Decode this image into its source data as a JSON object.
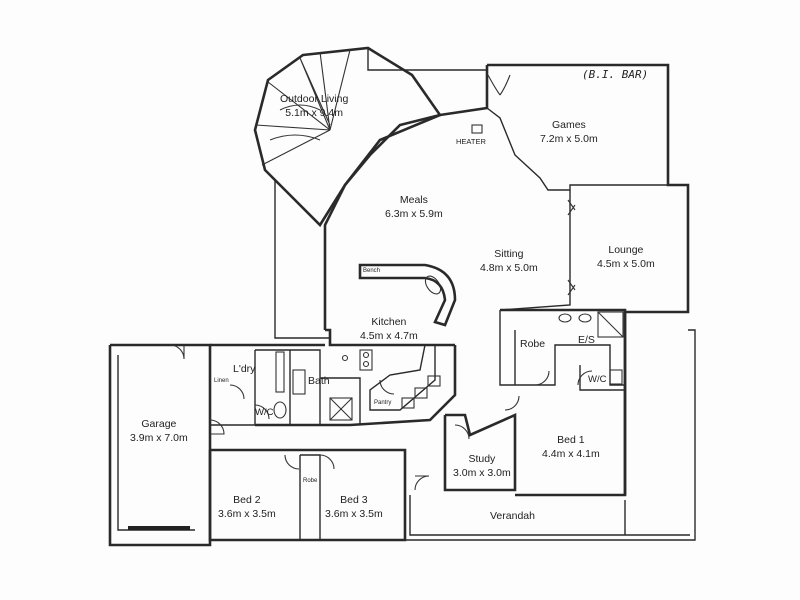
{
  "rooms": {
    "outdoor_living": {
      "name": "Outdoor Living",
      "size": "5.1m x 9.4m"
    },
    "games": {
      "name": "Games",
      "size": "7.2m x 5.0m",
      "note": "(B.I. BAR)"
    },
    "meals": {
      "name": "Meals",
      "size": "6.3m x 5.9m"
    },
    "sitting": {
      "name": "Sitting",
      "size": "4.8m x 5.0m"
    },
    "lounge": {
      "name": "Lounge",
      "size": "4.5m x 5.0m"
    },
    "kitchen": {
      "name": "Kitchen",
      "size": "4.5m x 4.7m"
    },
    "laundry": {
      "name": "L'dry"
    },
    "bath": {
      "name": "Bath"
    },
    "wc1": {
      "name": "W/C"
    },
    "garage": {
      "name": "Garage",
      "size": "3.9m x 7.0m"
    },
    "robe_main": {
      "name": "Robe"
    },
    "ensuite": {
      "name": "E/S"
    },
    "wc2": {
      "name": "W/C"
    },
    "bed1": {
      "name": "Bed 1",
      "size": "4.4m x 4.1m"
    },
    "study": {
      "name": "Study",
      "size": "3.0m x 3.0m"
    },
    "bed2": {
      "name": "Bed 2",
      "size": "3.6m x 3.5m"
    },
    "bed3": {
      "name": "Bed 3",
      "size": "3.6m x 3.5m"
    },
    "verandah": {
      "name": "Verandah"
    }
  },
  "fixtures": {
    "heater": "HEATER",
    "bench": "Bench",
    "pantry": "Pantry",
    "linen": "Linen",
    "robe_small": "Robe"
  }
}
